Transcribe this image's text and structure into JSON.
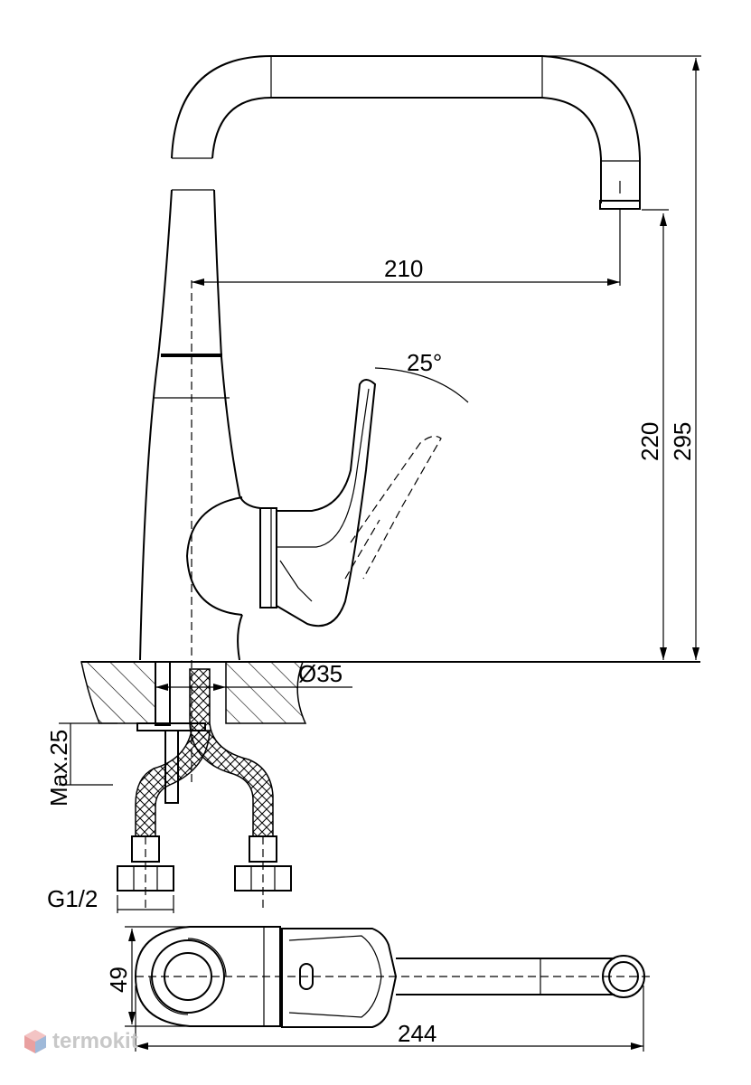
{
  "dimensions": {
    "spout_reach": "210",
    "spout_height": "220",
    "total_height": "295",
    "lever_angle": "25°",
    "mount_hole": "Ø35",
    "max_thickness": "Max.25",
    "thread": "G1/2",
    "body_width": "49",
    "total_length": "244"
  },
  "watermark": {
    "text": "termokit",
    "icon": "cube-logo-icon",
    "color": "#e9a0a0"
  }
}
